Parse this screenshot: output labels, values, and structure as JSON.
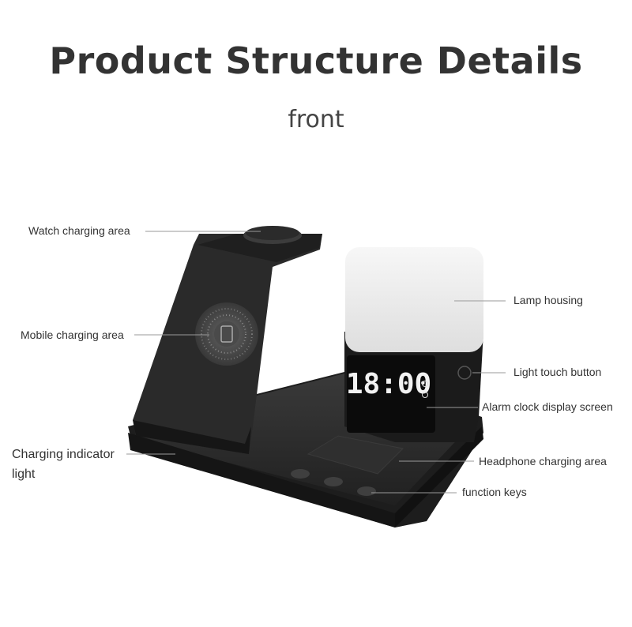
{
  "header": {
    "title": "Product Structure Details",
    "subtitle": "front"
  },
  "clock_display": "18:00",
  "callouts": {
    "watch_charging_area": "Watch charging area",
    "mobile_charging_area": "Mobile charging area",
    "charging_indicator_light": "Charging indicator light",
    "lamp_housing": "Lamp housing",
    "light_touch_button": "Light touch button",
    "alarm_clock_display_screen": "Alarm clock display screen",
    "headphone_charging_area": "Headphone charging area",
    "function_keys": "function keys"
  }
}
